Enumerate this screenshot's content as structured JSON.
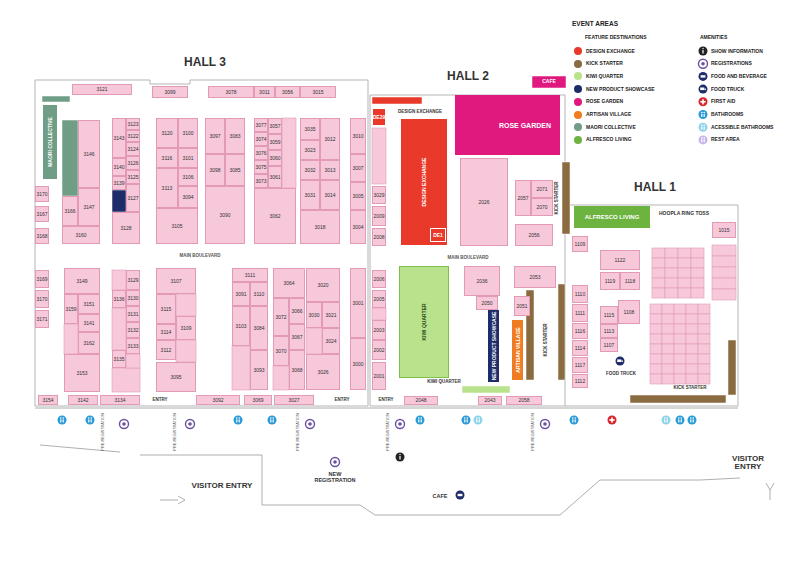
{
  "diagram": {
    "nodes": [
      {
        "text": [
          "3121"
        ]
      },
      {
        "text": [
          "3099"
        ]
      },
      {
        "text": [
          "3078"
        ]
      },
      {
        "text": [
          "3011"
        ]
      },
      {
        "text": [
          "3056"
        ]
      },
      {
        "text": [
          "3015"
        ]
      },
      {
        "text": [
          "MAORI COLLECTIVE"
        ]
      },
      {
        "text": [
          "3170"
        ]
      },
      {
        "text": [
          "3167"
        ]
      },
      {
        "text": [
          "3168"
        ]
      },
      {
        "text": [
          "3146"
        ]
      },
      {
        "text": [
          "3166"
        ]
      },
      {
        "text": [
          "3147"
        ]
      },
      {
        "text": [
          "3160"
        ]
      },
      {
        "text": [
          "3143"
        ]
      },
      {
        "text": [
          "3140"
        ]
      },
      {
        "text": [
          "3139"
        ]
      },
      {
        "text": [
          "3128"
        ]
      },
      {
        "text": [
          "3123"
        ]
      },
      {
        "text": [
          "3122"
        ]
      },
      {
        "text": [
          "3124"
        ]
      },
      {
        "text": [
          "3126"
        ]
      },
      {
        "text": [
          "3125"
        ]
      },
      {
        "text": [
          "3127"
        ]
      },
      {
        "text": [
          "3120"
        ]
      },
      {
        "text": [
          "3116"
        ]
      },
      {
        "text": [
          "3113"
        ]
      },
      {
        "text": [
          "3100"
        ]
      },
      {
        "text": [
          "3101"
        ]
      },
      {
        "text": [
          "3106"
        ]
      },
      {
        "text": [
          "3094"
        ]
      },
      {
        "text": [
          "3105"
        ]
      },
      {
        "text": [
          "3097"
        ]
      },
      {
        "text": [
          "3098"
        ]
      },
      {
        "text": [
          "3083"
        ]
      },
      {
        "text": [
          "3085"
        ]
      },
      {
        "text": [
          "3090"
        ]
      },
      {
        "text": [
          "3077"
        ]
      },
      {
        "text": [
          "3074"
        ]
      },
      {
        "text": [
          "3076"
        ]
      },
      {
        "text": [
          "3075"
        ]
      },
      {
        "text": [
          "3073"
        ]
      },
      {
        "text": [
          "3057"
        ]
      },
      {
        "text": [
          "3059"
        ]
      },
      {
        "text": [
          "3060"
        ]
      },
      {
        "text": [
          "3061"
        ]
      },
      {
        "text": [
          "3062"
        ]
      },
      {
        "text": [
          "3035"
        ]
      },
      {
        "text": [
          "3023"
        ]
      },
      {
        "text": [
          "3032"
        ]
      },
      {
        "text": [
          "3031"
        ]
      },
      {
        "text": [
          "3012"
        ]
      },
      {
        "text": [
          "3013"
        ]
      },
      {
        "text": [
          "3014"
        ]
      },
      {
        "text": [
          "3018"
        ]
      },
      {
        "text": [
          "3010"
        ]
      },
      {
        "text": [
          "3007"
        ]
      },
      {
        "text": [
          "3005"
        ]
      },
      {
        "text": [
          "3004"
        ]
      },
      {
        "text": [
          "3169"
        ]
      },
      {
        "text": [
          "3170"
        ]
      },
      {
        "text": [
          "3171"
        ]
      },
      {
        "text": [
          "3149"
        ]
      },
      {
        "text": [
          "3151"
        ]
      },
      {
        "text": [
          "3159"
        ]
      },
      {
        "text": [
          "3141"
        ]
      },
      {
        "text": [
          "3162"
        ]
      },
      {
        "text": [
          "3153"
        ]
      },
      {
        "text": [
          "3129"
        ]
      },
      {
        "text": [
          "3136"
        ]
      },
      {
        "text": [
          "3130"
        ]
      },
      {
        "text": [
          "3131"
        ]
      },
      {
        "text": [
          "3132"
        ]
      },
      {
        "text": [
          "3135"
        ]
      },
      {
        "text": [
          "3133"
        ]
      },
      {
        "text": [
          "3107"
        ]
      },
      {
        "text": [
          "3115"
        ]
      },
      {
        "text": [
          "3114"
        ]
      },
      {
        "text": [
          "3109"
        ]
      },
      {
        "text": [
          "3112"
        ]
      },
      {
        "text": [
          "3095"
        ]
      },
      {
        "text": [
          "3111"
        ]
      },
      {
        "text": [
          "3091"
        ]
      },
      {
        "text": [
          "3110"
        ]
      },
      {
        "text": [
          "3103"
        ]
      },
      {
        "text": [
          "3084"
        ]
      },
      {
        "text": [
          "3093"
        ]
      },
      {
        "text": [
          "3064"
        ]
      },
      {
        "text": [
          "3072"
        ]
      },
      {
        "text": [
          "3066"
        ]
      },
      {
        "text": [
          "3067"
        ]
      },
      {
        "text": [
          "3070"
        ]
      },
      {
        "text": [
          "3068"
        ]
      },
      {
        "text": [
          "3020"
        ]
      },
      {
        "text": [
          "3030"
        ]
      },
      {
        "text": [
          "3021"
        ]
      },
      {
        "text": [
          "3024"
        ]
      },
      {
        "text": [
          "3026"
        ]
      },
      {
        "text": [
          "3001"
        ]
      },
      {
        "text": [
          "3000"
        ]
      },
      {
        "text": [
          "3154"
        ]
      },
      {
        "text": [
          "3142"
        ]
      },
      {
        "text": [
          "3134"
        ]
      },
      {
        "text": [
          "3092"
        ]
      },
      {
        "text": [
          "3069"
        ]
      },
      {
        "text": [
          "3027"
        ]
      },
      {
        "text": [
          "DE29"
        ]
      },
      {
        "text": [
          "DESIGN EXCHANGE"
        ]
      },
      {
        "text": [
          "DE1"
        ]
      },
      {
        "text": [
          "3029"
        ]
      },
      {
        "text": [
          "2009"
        ]
      },
      {
        "text": [
          "2008"
        ]
      },
      {
        "text": [
          "ROSE GARDEN"
        ]
      },
      {
        "text": [
          "2026"
        ]
      },
      {
        "text": [
          "2057"
        ]
      },
      {
        "text": [
          "2071"
        ]
      },
      {
        "text": [
          "2070"
        ]
      },
      {
        "text": [
          "2056"
        ]
      },
      {
        "text": [
          "2006"
        ]
      },
      {
        "text": [
          "2005"
        ]
      },
      {
        "text": [
          "2003"
        ]
      },
      {
        "text": [
          "2002"
        ]
      },
      {
        "text": [
          "2001"
        ]
      },
      {
        "text": [
          "KIWI QUARTER"
        ]
      },
      {
        "text": [
          "2036"
        ]
      },
      {
        "text": [
          "2050"
        ]
      },
      {
        "text": [
          "NEW PRODUCT SHOWCASE"
        ]
      },
      {
        "text": [
          "2053"
        ]
      },
      {
        "text": [
          "2051"
        ]
      },
      {
        "text": [
          "ARTISAN VILLAGE"
        ]
      },
      {
        "text": [
          "2048"
        ]
      },
      {
        "text": [
          "2043"
        ]
      },
      {
        "text": [
          "2058"
        ]
      },
      {
        "text": [
          "ALFRESCO LIVING"
        ]
      },
      {
        "text": [
          "1015"
        ]
      },
      {
        "text": [
          "1109"
        ]
      },
      {
        "text": [
          "1122"
        ]
      },
      {
        "text": [
          "1119"
        ]
      },
      {
        "text": [
          "1118"
        ]
      },
      {
        "text": [
          "1110"
        ]
      },
      {
        "text": [
          "1111"
        ]
      },
      {
        "text": [
          "1116"
        ]
      },
      {
        "text": [
          "1114"
        ]
      },
      {
        "text": [
          "1117"
        ]
      },
      {
        "text": [
          "1112"
        ]
      },
      {
        "text": [
          "1115"
        ]
      },
      {
        "text": [
          "1108"
        ]
      },
      {
        "text": [
          "1113"
        ]
      },
      {
        "text": [
          "1107"
        ]
      }
    ],
    "labels": [
      "HALL 3",
      "HALL 2",
      "HALL 1",
      "MAIN BOULEVARD",
      "MAIN BOULEVARD",
      "DESIGN EXCHANGE",
      "KIWI QUARTER",
      "KICK STARTER",
      "KICK STARTER",
      "KICK STARTER",
      "CAFE",
      "HOOPLA RING TOSS",
      "FOOD TRUCK",
      "ENTRY",
      "ENTRY",
      "ENTRY",
      "VISITOR ENTRY",
      "VISITOR ENTRY",
      "NEW REGISTRATION",
      "CAFE",
      "EVENT AREAS",
      "FEATURE DESTINATIONS",
      "AMENITIES",
      "PRE-REGISTRATION",
      "PRE-REGISTRATION",
      "PRE-REGISTRATION",
      "PRE-REGISTRATION",
      "PRE-REGISTRATION"
    ],
    "legend": [
      {
        "text": "DESIGN EXCHANGE",
        "color": "#e8392a"
      },
      {
        "text": "KICK STARTER",
        "color": "#8a6a3f"
      },
      {
        "text": "KIWI QUARTER",
        "color": "#b8e38c"
      },
      {
        "text": "NEW PRODUCT SHOWCASE",
        "color": "#1e2c6a"
      },
      {
        "text": "ROSE GARDEN",
        "color": "#e0197f"
      },
      {
        "text": "ARTISAN VILLAGE",
        "color": "#f07c21"
      },
      {
        "text": "MAORI COLLECTIVE",
        "color": "#6f9d86"
      },
      {
        "text": "ALFRESCO LIVING",
        "color": "#6cb33f"
      },
      {
        "text": "SHOW INFORMATION"
      },
      {
        "text": "REGISTRATIONS"
      },
      {
        "text": "FOOD AND BEVERAGE"
      },
      {
        "text": "FOOD TRUCK"
      },
      {
        "text": "FIRST AID"
      },
      {
        "text": "BATHROOMS"
      },
      {
        "text": "ACESSIBLE BATHROOMS"
      },
      {
        "text": "REST AREA"
      }
    ]
  }
}
